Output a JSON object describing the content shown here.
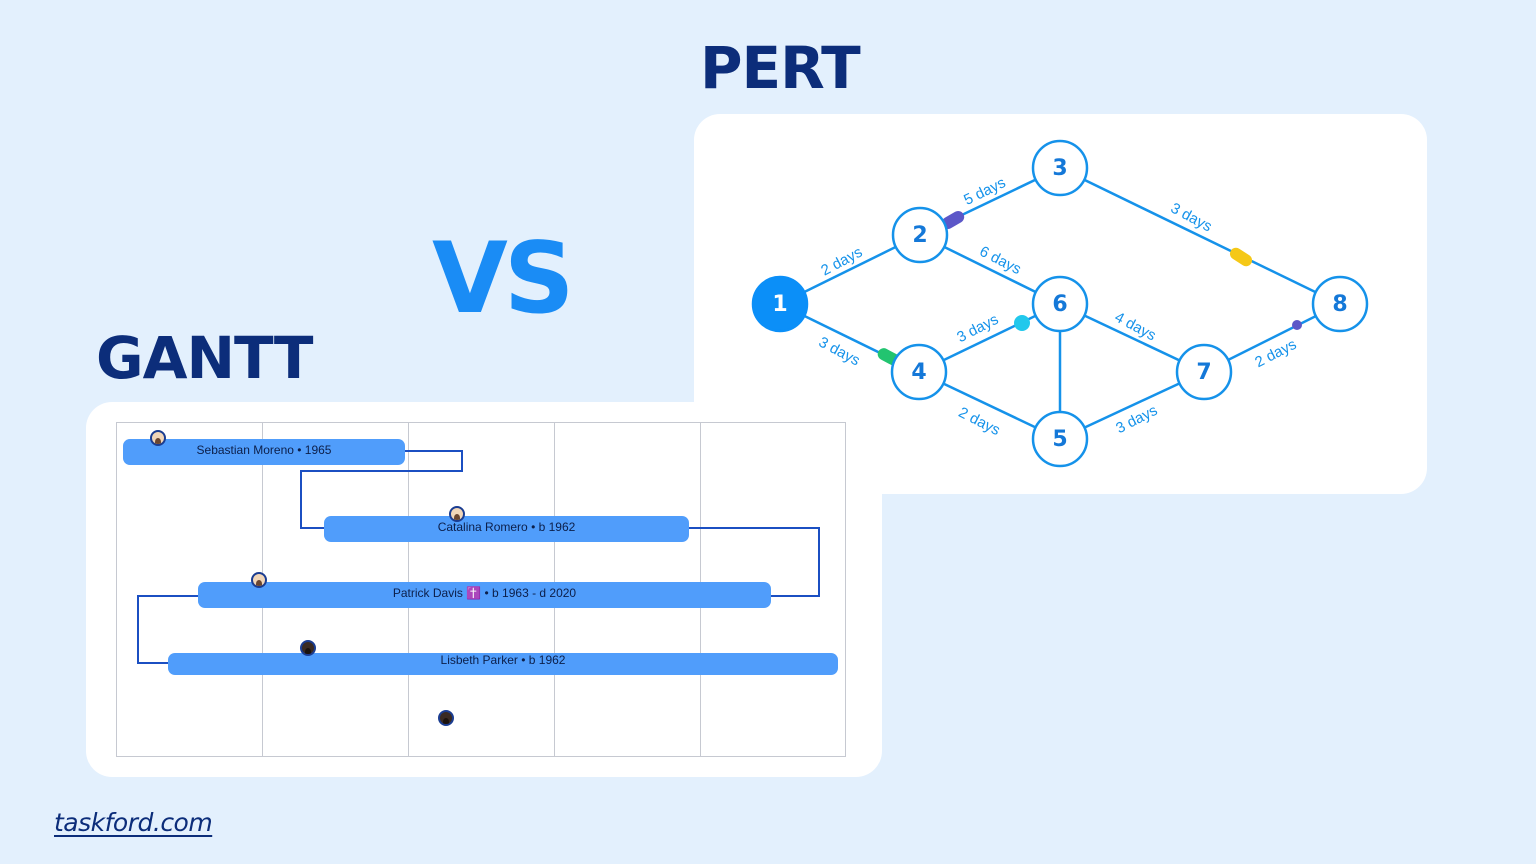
{
  "headings": {
    "pert": "PERT",
    "vs": "VS",
    "gantt": "GANTT"
  },
  "footer": {
    "site": "taskford.com"
  },
  "colors": {
    "accent": "#1a8cf5",
    "dark_navy": "#0c2d7a",
    "node_stroke": "#1592ea",
    "bar_fill": "#509dfb",
    "marker_purple": "#5c57c8",
    "marker_yellow": "#f5c817",
    "marker_green": "#22c470",
    "marker_cyan": "#22c8ec"
  },
  "pert": {
    "nodes": [
      {
        "id": "1",
        "label": "1",
        "filled": true
      },
      {
        "id": "2",
        "label": "2"
      },
      {
        "id": "3",
        "label": "3"
      },
      {
        "id": "4",
        "label": "4"
      },
      {
        "id": "5",
        "label": "5"
      },
      {
        "id": "6",
        "label": "6"
      },
      {
        "id": "7",
        "label": "7"
      },
      {
        "id": "8",
        "label": "8"
      }
    ],
    "edges": [
      {
        "from": "1",
        "to": "2",
        "label": "2 days"
      },
      {
        "from": "2",
        "to": "3",
        "label": "5 days",
        "marker": "purple"
      },
      {
        "from": "3",
        "to": "8",
        "label": "3 days",
        "marker": "yellow"
      },
      {
        "from": "2",
        "to": "6",
        "label": "6 days"
      },
      {
        "from": "1",
        "to": "4",
        "label": "3 days",
        "marker": "green"
      },
      {
        "from": "4",
        "to": "6",
        "label": "3 days",
        "marker": "cyan"
      },
      {
        "from": "6",
        "to": "7",
        "label": "4 days"
      },
      {
        "from": "4",
        "to": "5",
        "label": "2 days"
      },
      {
        "from": "6",
        "to": "5",
        "label": ""
      },
      {
        "from": "5",
        "to": "7",
        "label": "3 days"
      },
      {
        "from": "7",
        "to": "8",
        "label": "2 days",
        "marker": "dot"
      }
    ]
  },
  "gantt": {
    "bars": [
      {
        "label": "Sebastian Moreno • 1965"
      },
      {
        "label": "Catalina Romero • b 1962"
      },
      {
        "label": "Patrick Davis ✝️ • b 1963 - d 2020"
      },
      {
        "label": "Lisbeth Parker • b 1962"
      }
    ]
  }
}
